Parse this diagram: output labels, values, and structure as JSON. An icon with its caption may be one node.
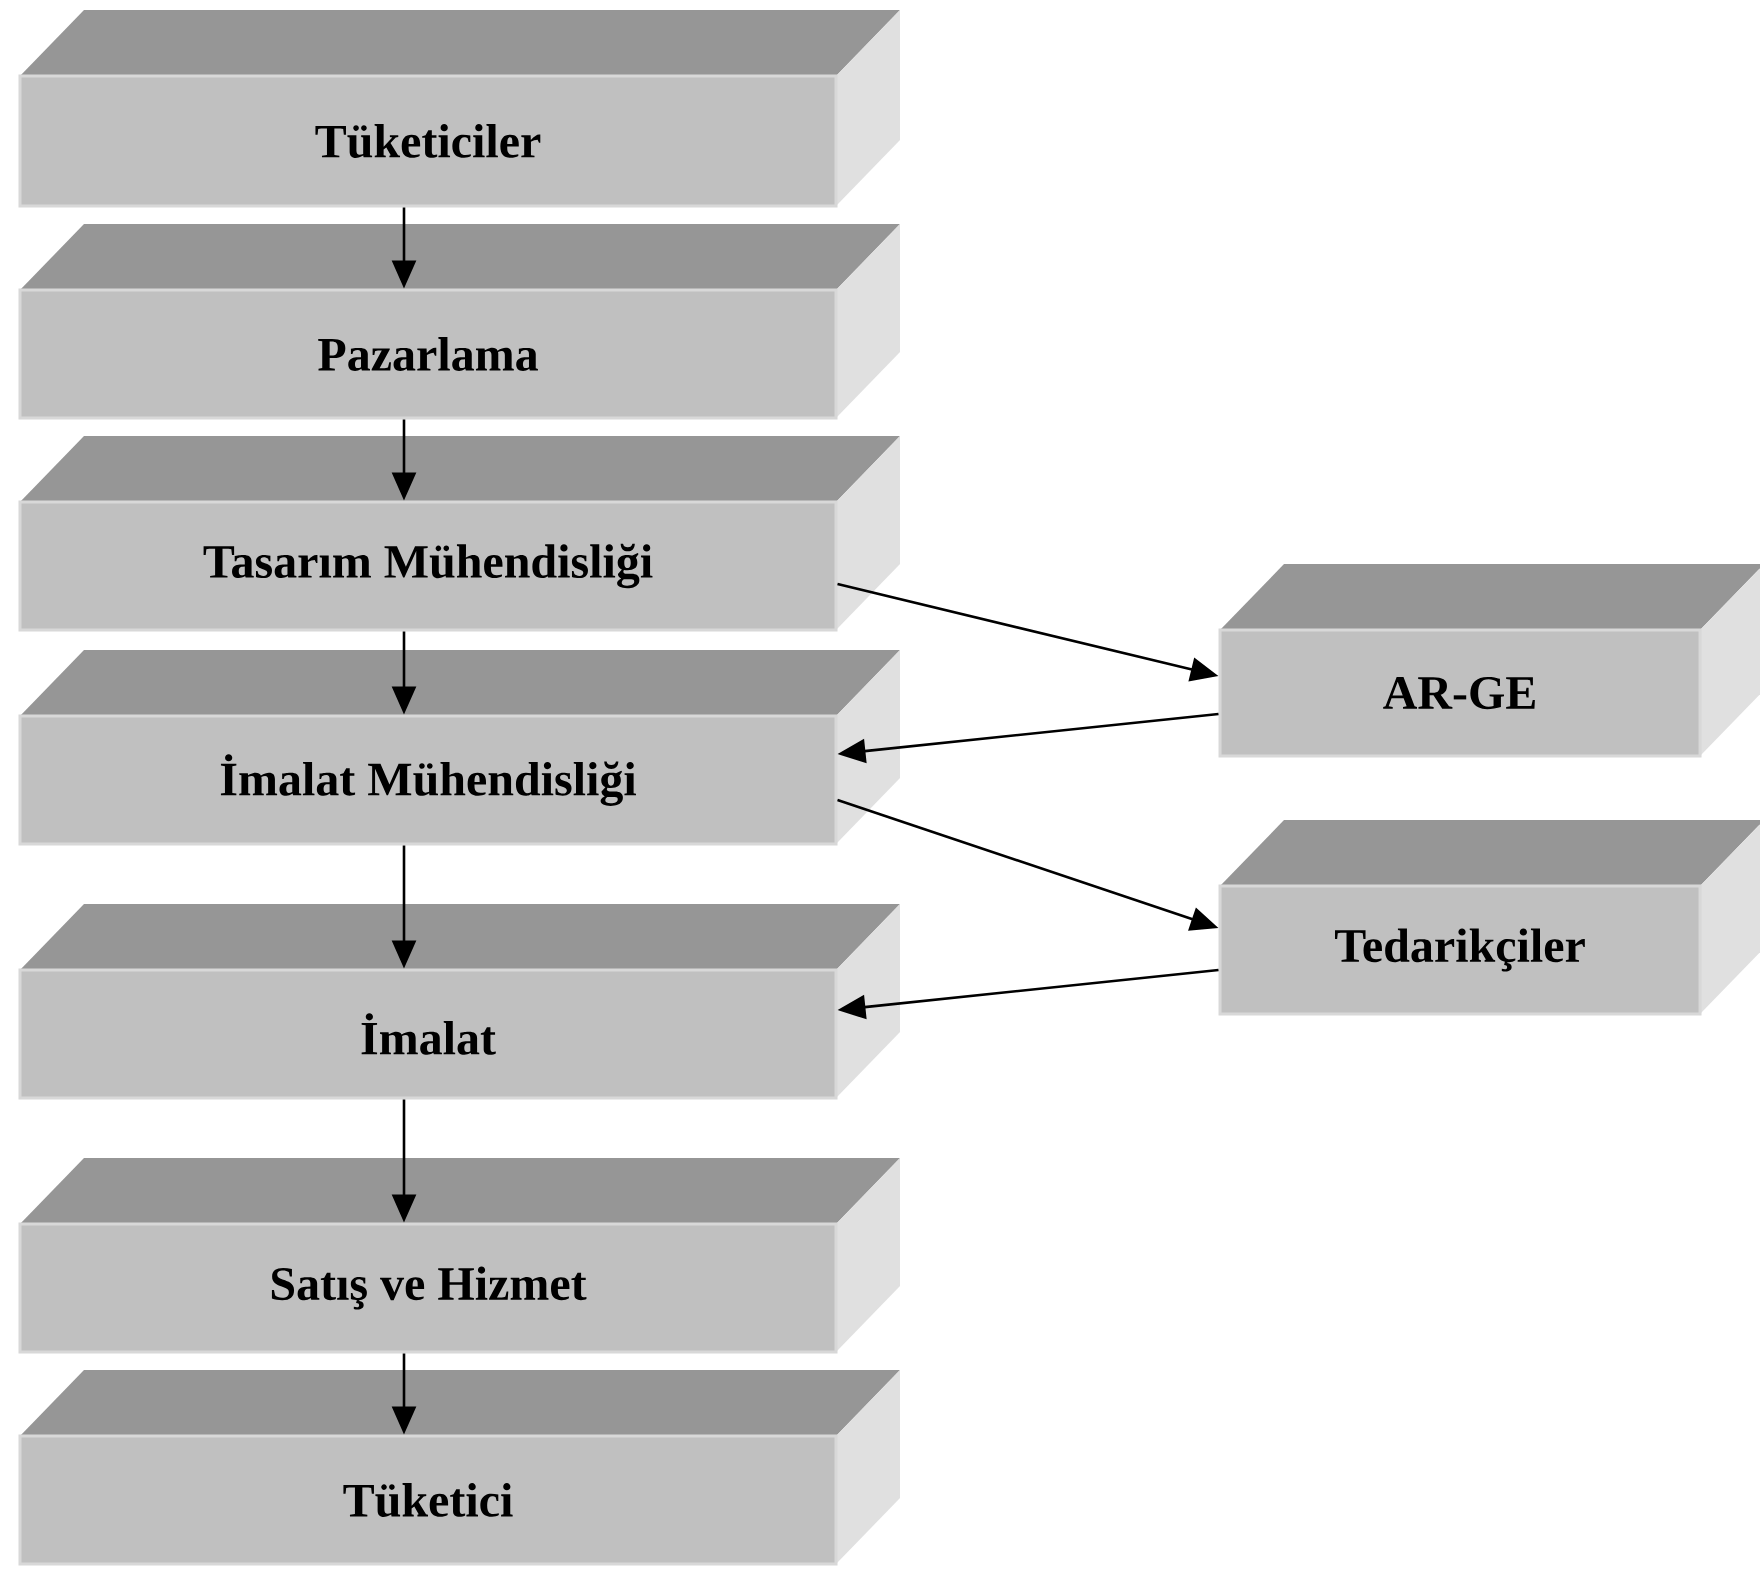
{
  "diagram": {
    "nodes": [
      {
        "text": [
          "Tüketiciler"
        ]
      },
      {
        "text": [
          "Pazarlama"
        ]
      },
      {
        "text": [
          "Tasarım Mühendisliği"
        ]
      },
      {
        "text": [
          "İmalat Mühendisliği"
        ]
      },
      {
        "text": [
          "İmalat"
        ]
      },
      {
        "text": [
          "Satış ve Hizmet"
        ]
      },
      {
        "text": [
          "Tüketici"
        ]
      },
      {
        "text": [
          "AR-GE"
        ]
      },
      {
        "text": [
          "Tedarikçiler"
        ]
      }
    ],
    "edges": [
      {
        "from": 0,
        "to": 1,
        "arrow": "to"
      },
      {
        "from": 1,
        "to": 2,
        "arrow": "to"
      },
      {
        "from": 2,
        "to": 3,
        "arrow": "to"
      },
      {
        "from": 3,
        "to": 4,
        "arrow": "to"
      },
      {
        "from": 4,
        "to": 5,
        "arrow": "to"
      },
      {
        "from": 5,
        "to": 6,
        "arrow": "to"
      },
      {
        "from": 2,
        "to": 7,
        "arrow": "to"
      },
      {
        "from": 7,
        "to": 3,
        "arrow": "to"
      },
      {
        "from": 3,
        "to": 8,
        "arrow": "to"
      },
      {
        "from": 8,
        "to": 4,
        "arrow": "to"
      }
    ]
  }
}
